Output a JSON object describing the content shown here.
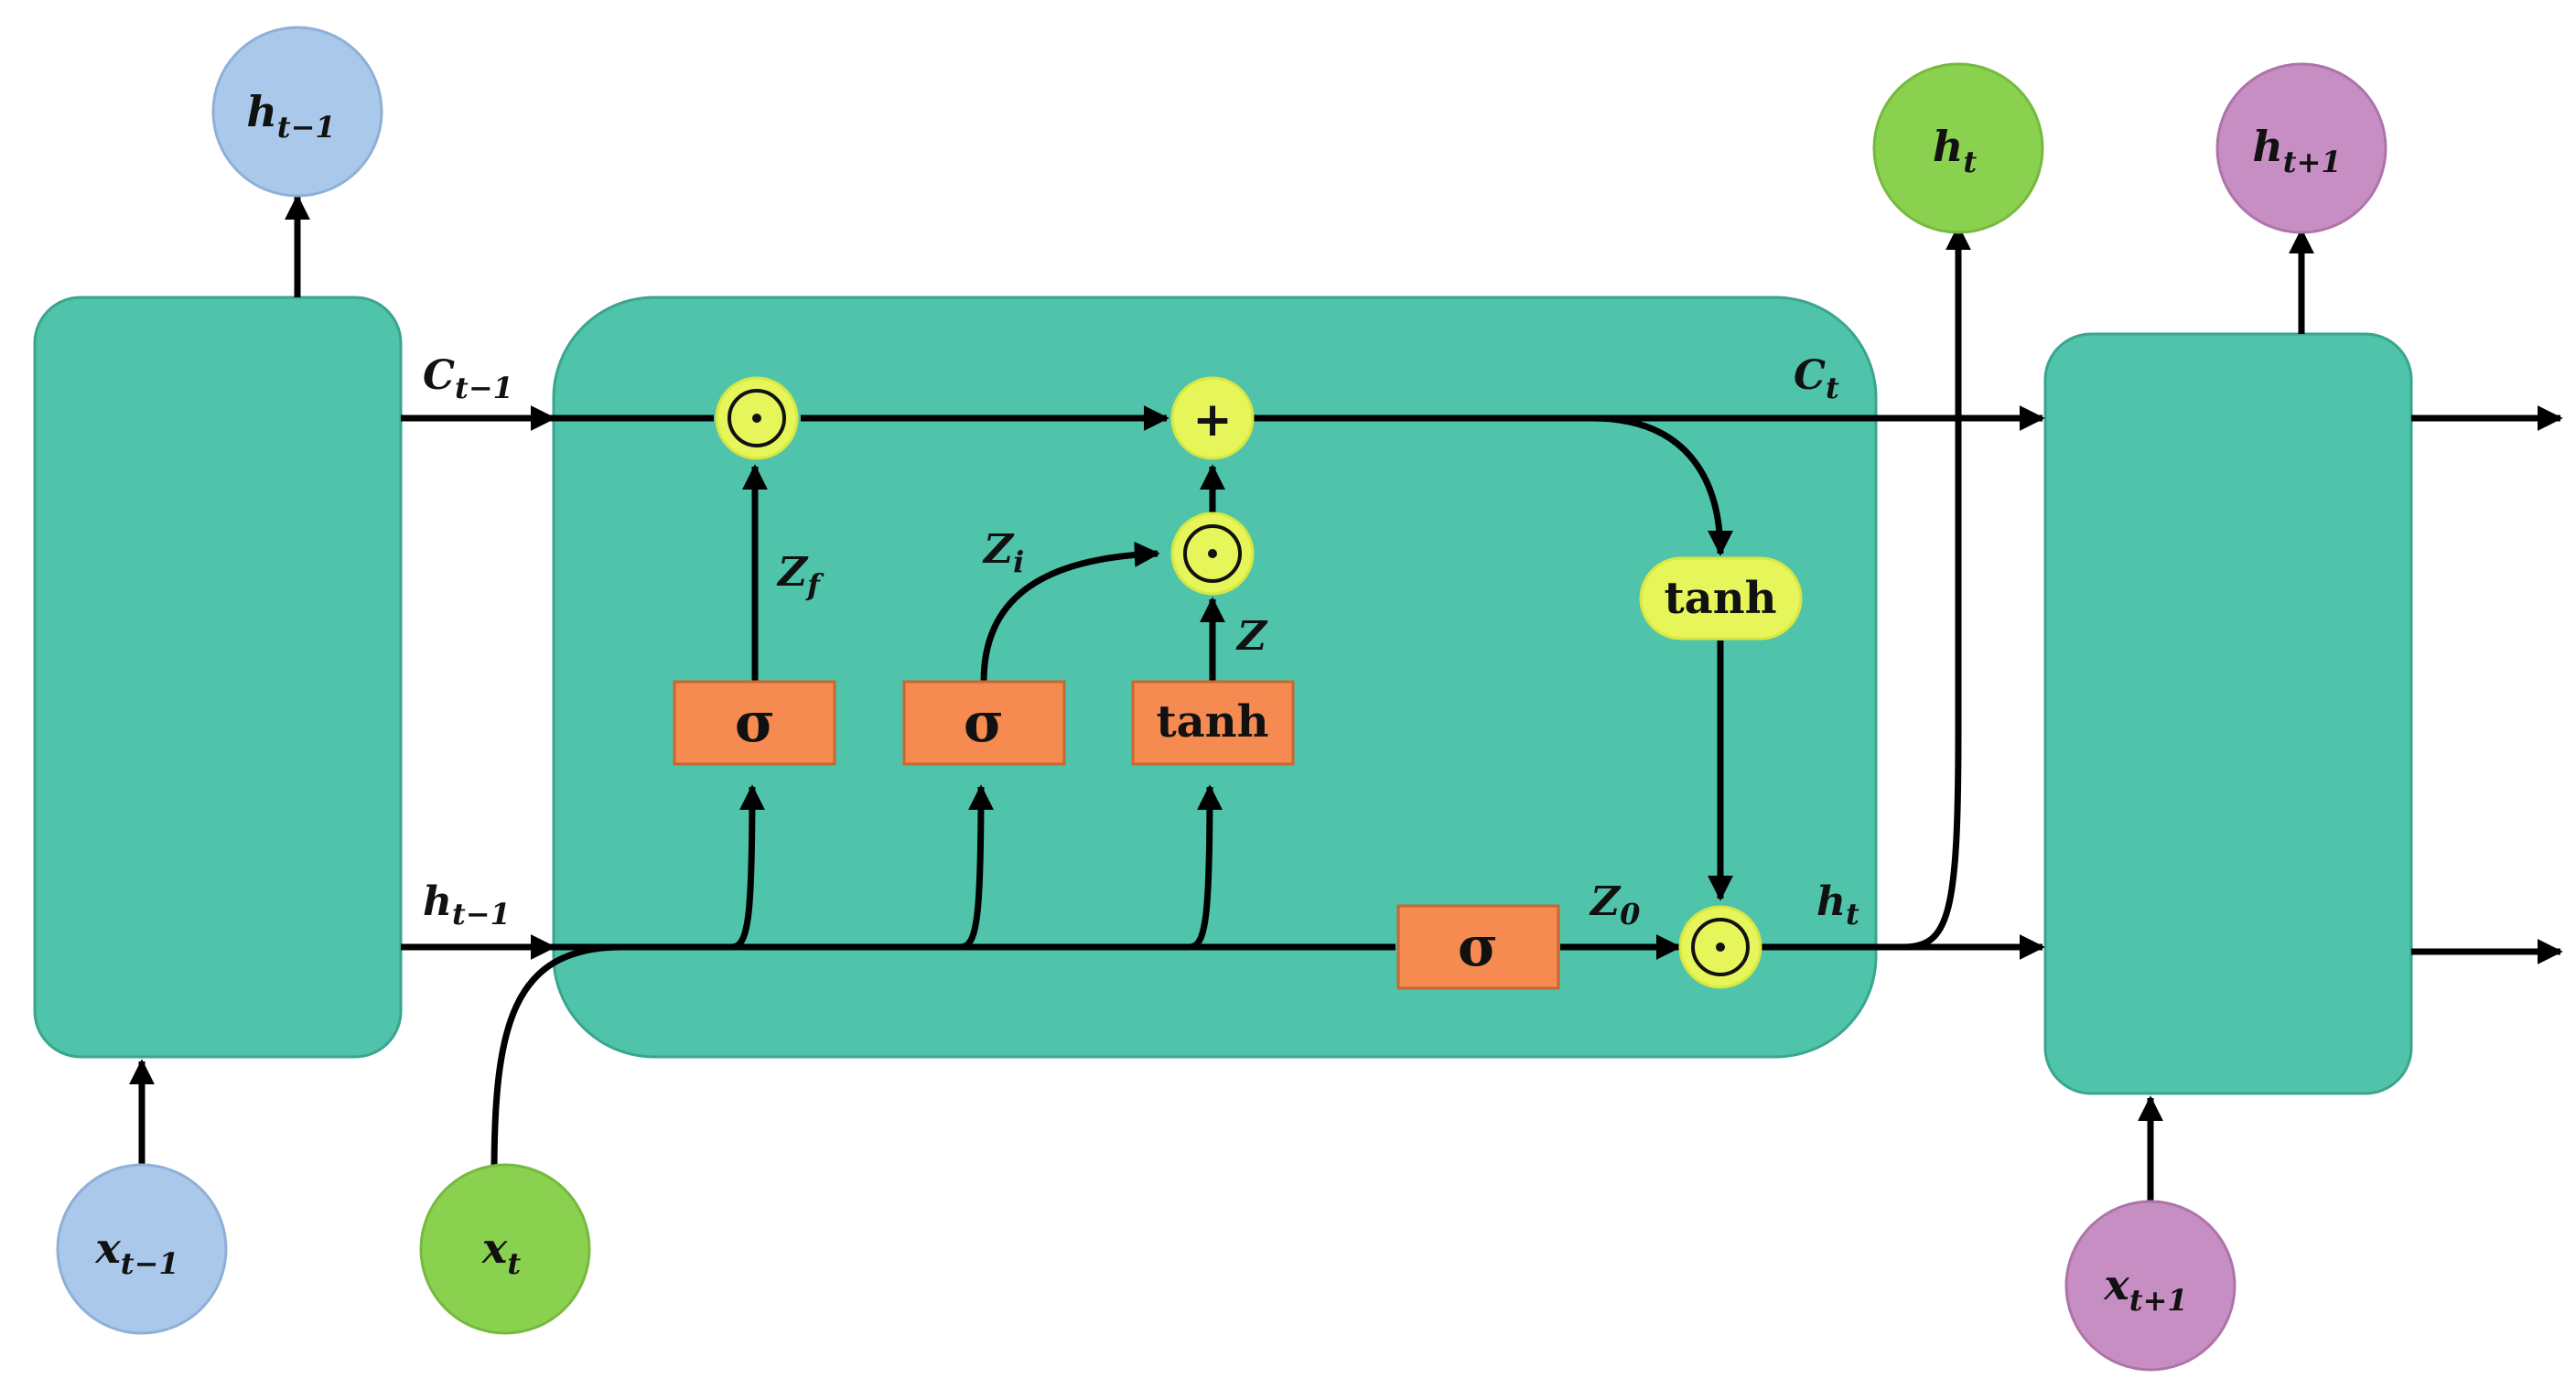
{
  "colors": {
    "cell": "#4fc4ab",
    "cell_border": "#3aa58e",
    "gate": "#f58b50",
    "gate_border": "#c8672f",
    "operator": "#e5f55a",
    "node_blue": "#a9c8ea",
    "node_green": "#8bd150",
    "node_purple": "#c78ec4",
    "line": "#000000"
  },
  "nodes": {
    "h_prev_top": {
      "base": "h",
      "sub": "t−1"
    },
    "x_prev": {
      "base": "x",
      "sub": "t−1"
    },
    "x_t": {
      "base": "x",
      "sub": "t"
    },
    "h_t_top": {
      "base": "h",
      "sub": "t"
    },
    "h_next_top": {
      "base": "h",
      "sub": "t+1"
    },
    "x_next": {
      "base": "x",
      "sub": "t+1"
    }
  },
  "labels": {
    "c_prev": {
      "base": "C",
      "sub": "t−1"
    },
    "h_prev": {
      "base": "h",
      "sub": "t−1"
    },
    "c_t": {
      "base": "C",
      "sub": "t"
    },
    "h_t": {
      "base": "h",
      "sub": "t"
    },
    "z_f": {
      "base": "Z",
      "sub": "f"
    },
    "z_i": {
      "base": "Z",
      "sub": "i"
    },
    "z": {
      "base": "Z",
      "sub": ""
    },
    "z_o": {
      "base": "Z",
      "sub": "0"
    }
  },
  "gates": {
    "forget": "σ",
    "input": "σ",
    "candidate": "tanh",
    "output": "σ"
  },
  "operators": {
    "forget_mul": "⊙",
    "input_mul": "⊙",
    "add": "+",
    "output_mul": "⊙",
    "cell_tanh": "tanh"
  }
}
